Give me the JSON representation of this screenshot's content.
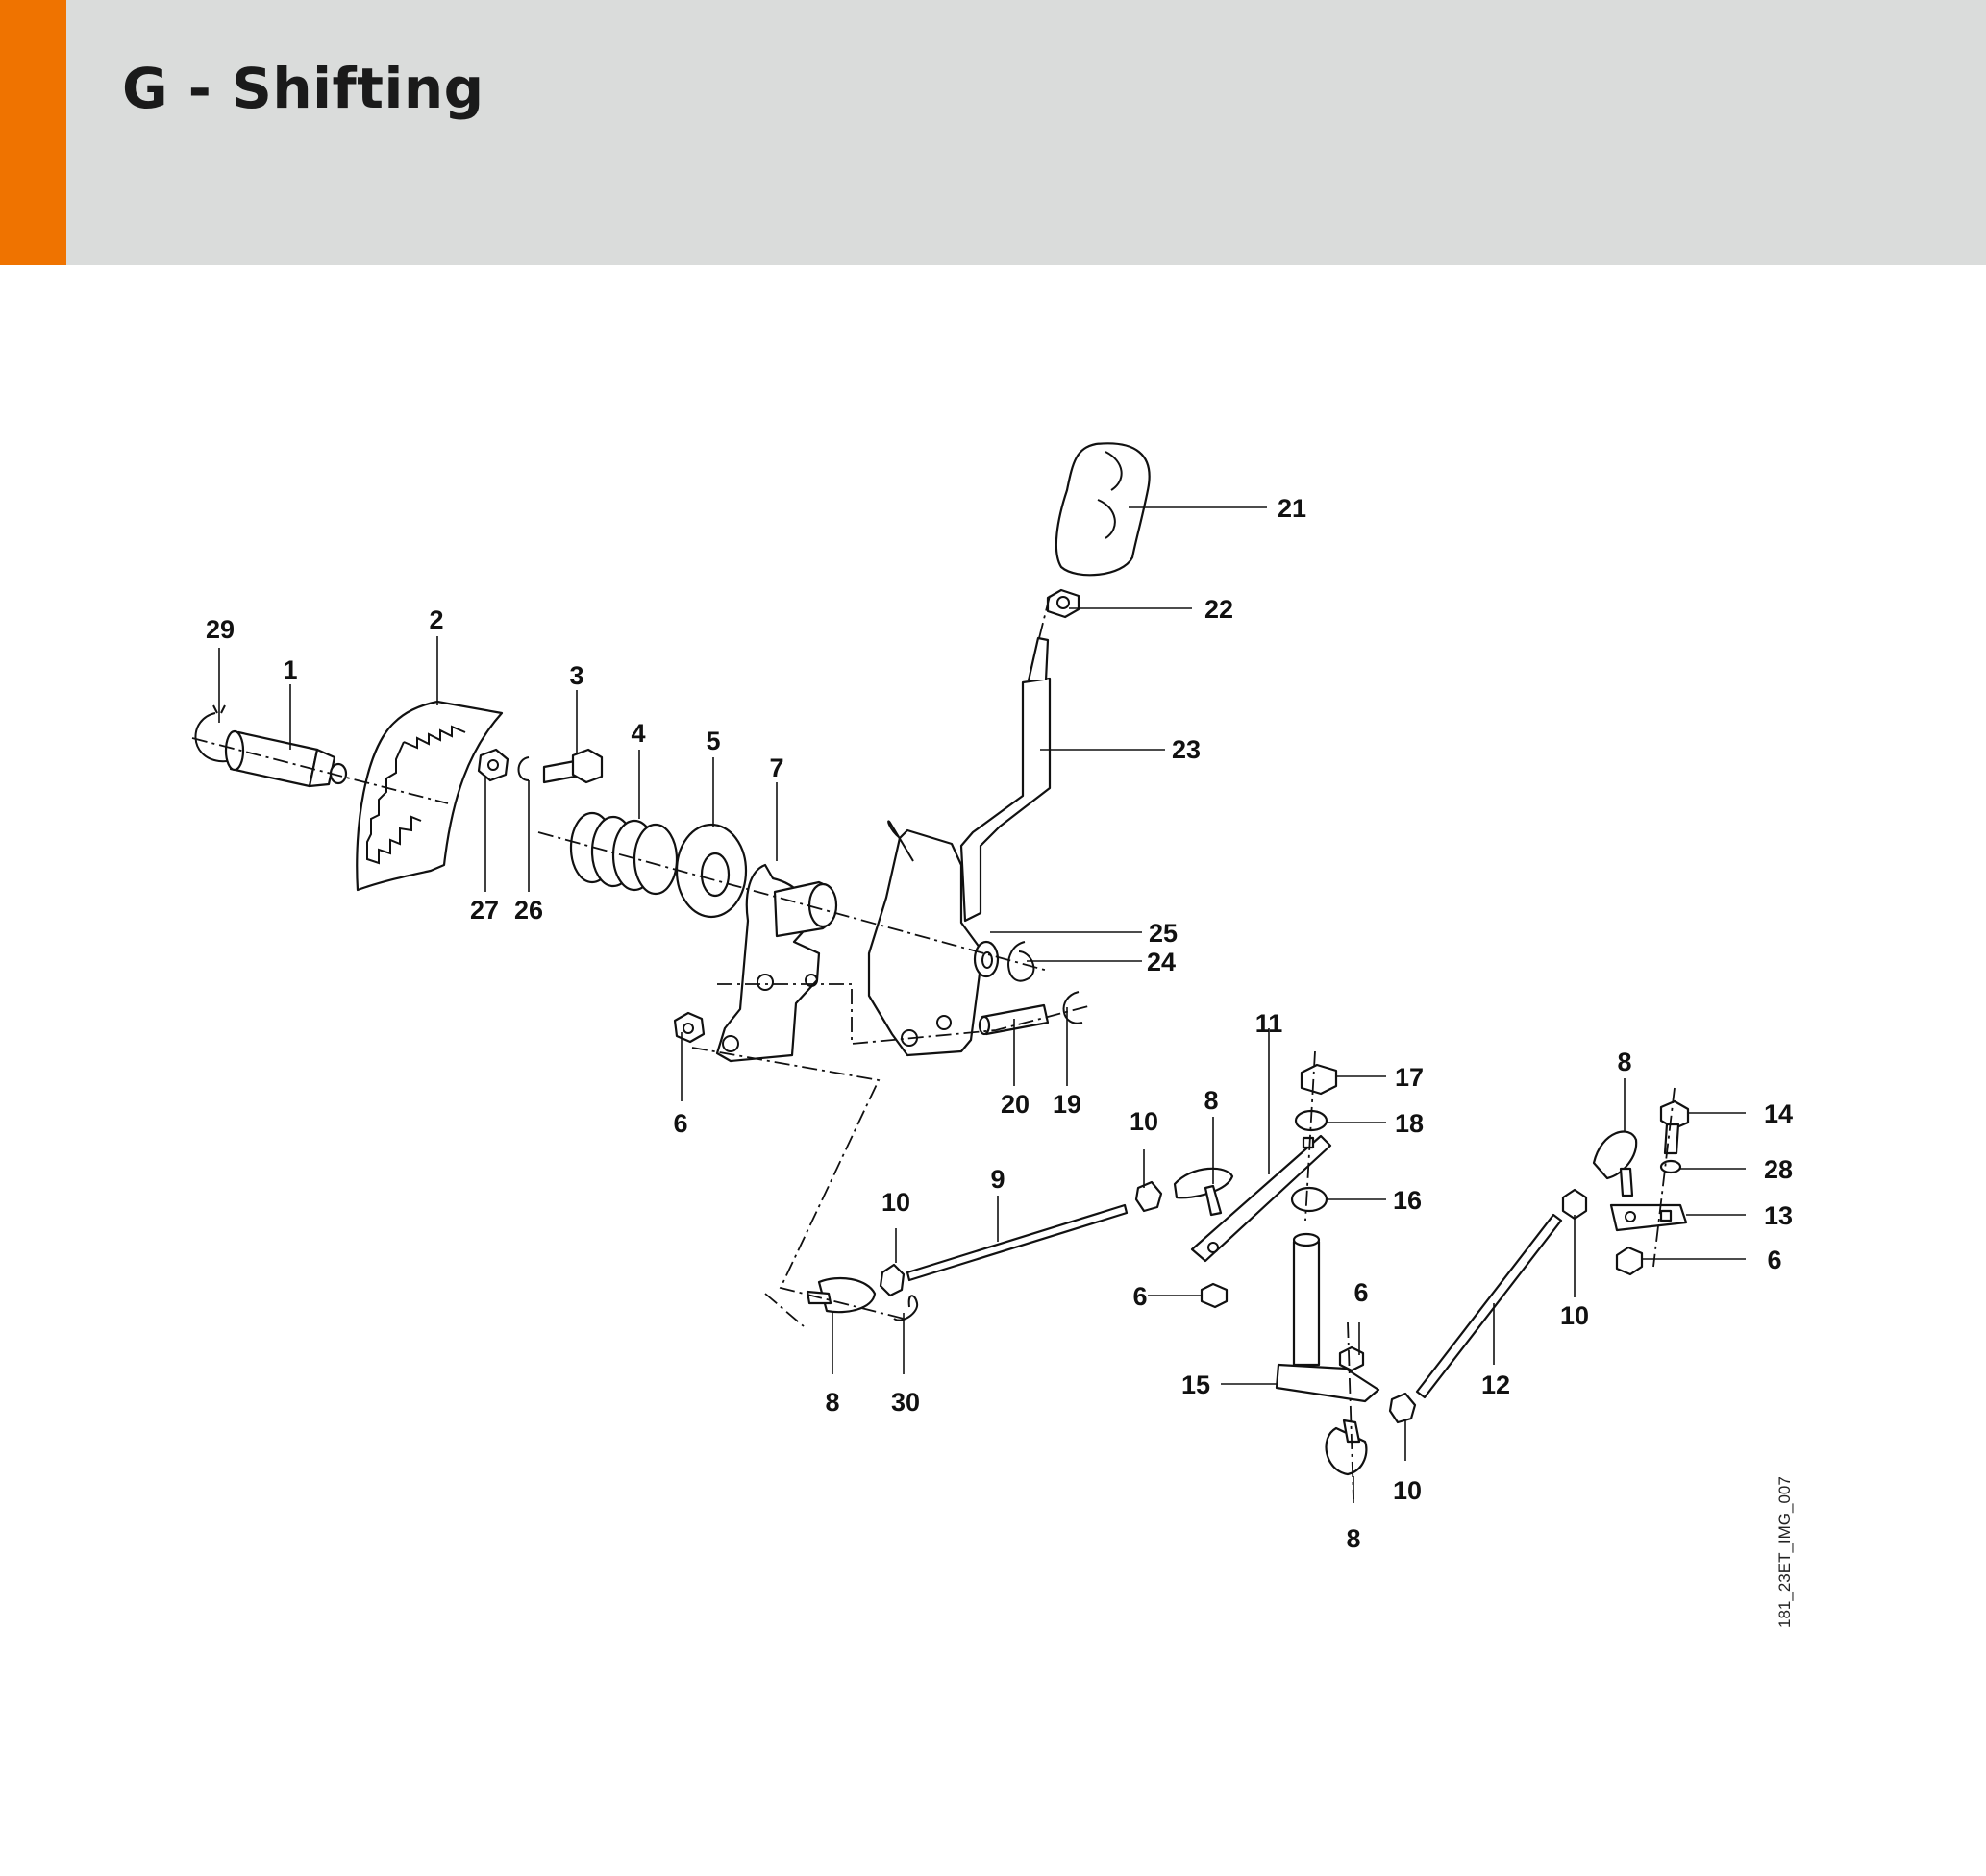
{
  "header": {
    "title": "G - Shifting",
    "accent_color": "#ef7300",
    "background_color": "#dadcdb"
  },
  "diagram": {
    "image_ref": "181_23ET_IMG_007",
    "labels": [
      "29",
      "1",
      "2",
      "3",
      "4",
      "5",
      "7",
      "27",
      "26",
      "21",
      "22",
      "23",
      "25",
      "24",
      "6",
      "20",
      "19",
      "11",
      "17",
      "18",
      "16",
      "8",
      "10",
      "9",
      "6",
      "10",
      "8",
      "30",
      "15",
      "6",
      "8",
      "10",
      "12",
      "8",
      "14",
      "28",
      "13",
      "6",
      "10"
    ]
  }
}
